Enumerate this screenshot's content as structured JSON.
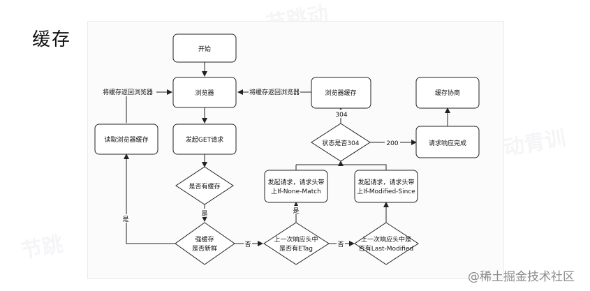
{
  "page": {
    "title": "缓存",
    "watermark": "@稀土掘金技术社区"
  },
  "nodes": {
    "start": "开始",
    "browser": "浏览器",
    "get_request": "发起GET请求",
    "has_cache": "是否有缓存",
    "strong_cache": [
      "强缓存",
      "是否新鲜"
    ],
    "read_cache": "读取浏览器缓存",
    "has_etag": [
      "上一次响应头中",
      "是否有ETag"
    ],
    "has_last_modified": [
      "上一次响应头中是",
      "否有Last-Modified"
    ],
    "if_none_match": [
      "发起请求，请求头带",
      "上If-None-Match"
    ],
    "if_modified_since": [
      "发起请求，请求头带",
      "上If-Modified-Since"
    ],
    "status_304": "状态是否304",
    "browser_cache": "浏览器缓存",
    "request_complete": "请求响应完成",
    "cache_negotiation": "缓存协商"
  },
  "edge_labels": {
    "return_left": "将缓存返回浏览器",
    "return_right": "将缓存返回浏览器",
    "yes_cache": "是",
    "yes_fresh": "是",
    "no_fresh": "否",
    "no_etag": "否",
    "yes_etag": "是",
    "code_304": "304",
    "code_200": "200"
  },
  "colors": {
    "stroke": "#222222",
    "node_fill": "#ffffff"
  }
}
